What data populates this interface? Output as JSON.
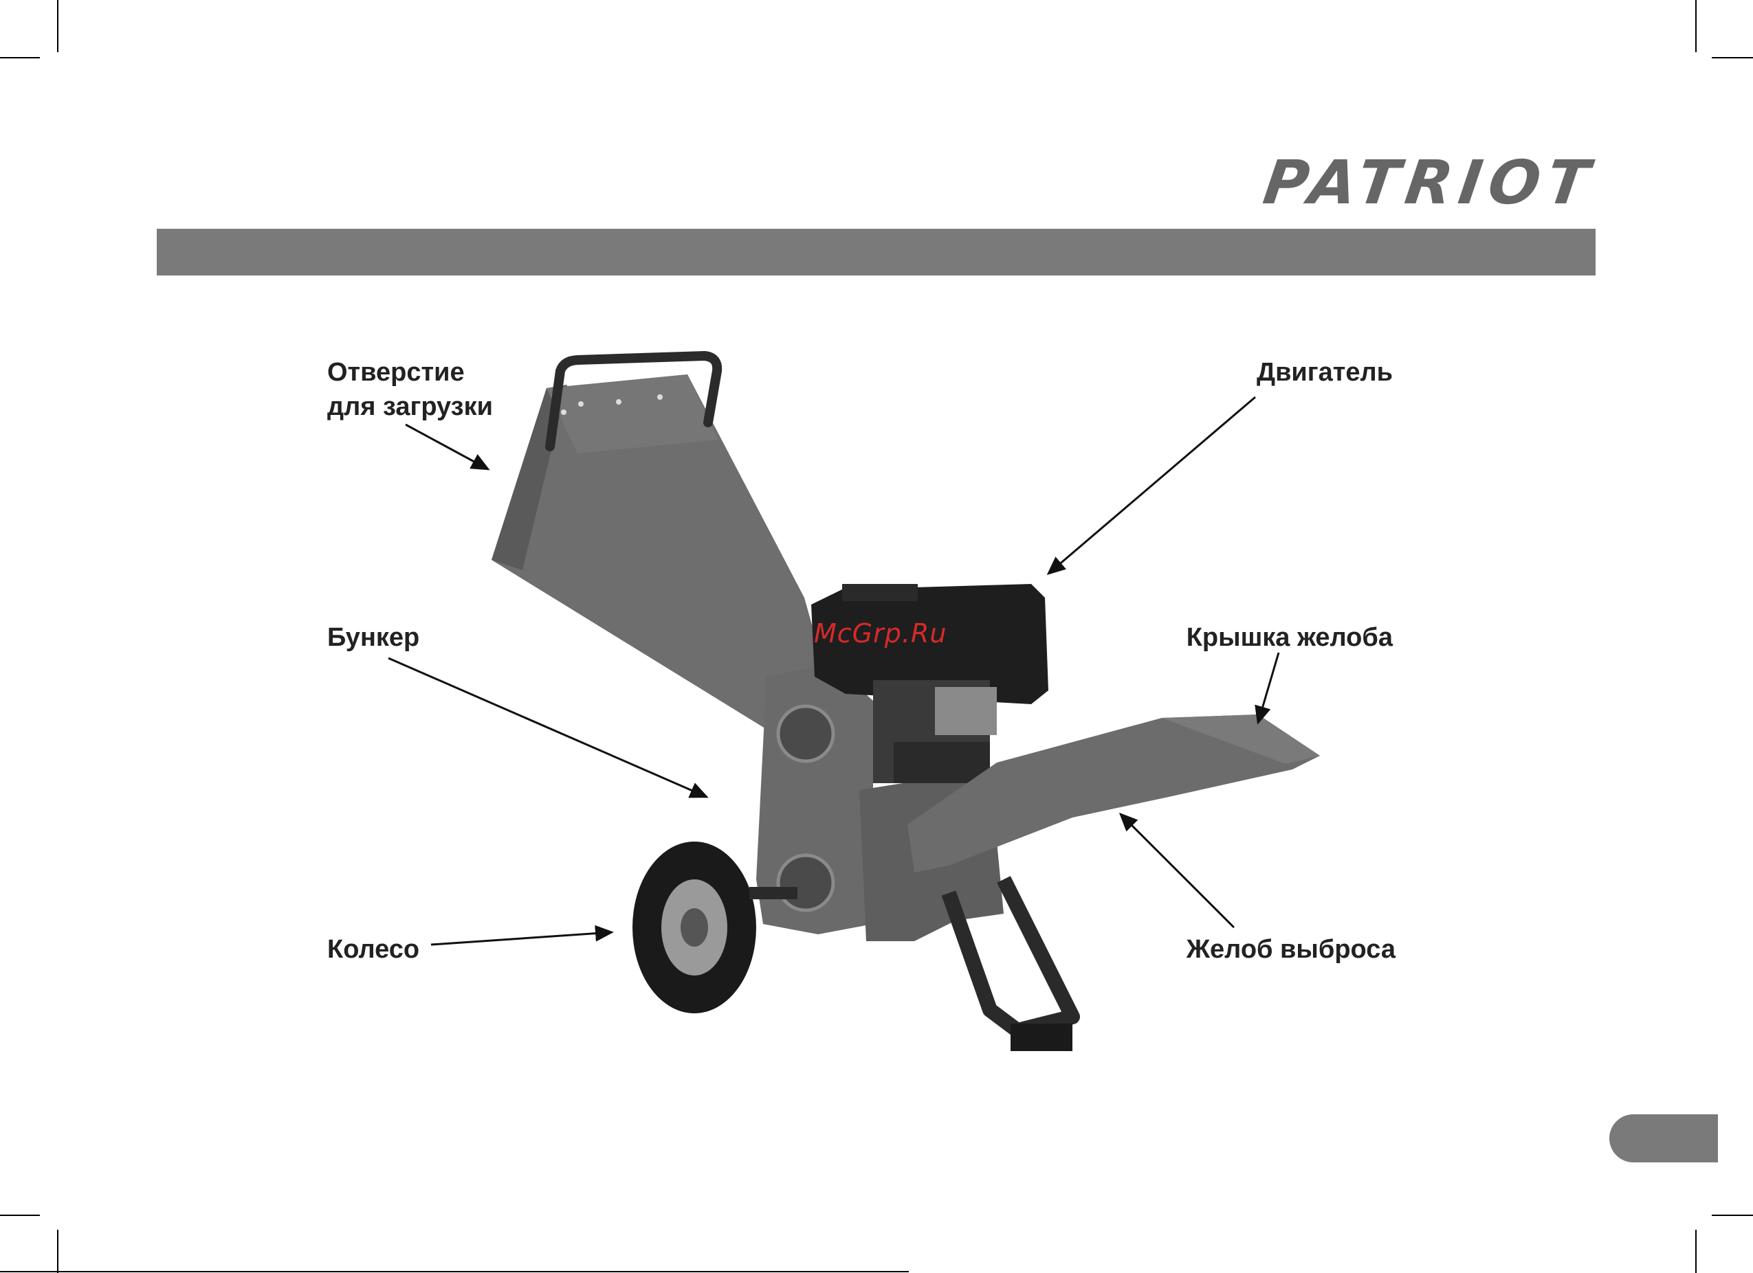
{
  "brand": {
    "logo_text": "PATRIOT",
    "logo_color": "#666666"
  },
  "header_bar": {
    "color": "#7a7a7a"
  },
  "labels": {
    "intake_opening": [
      "Отверстие",
      "для загрузки"
    ],
    "engine": "Двигатель",
    "hopper": "Бункер",
    "chute_cover": "Крышка желоба",
    "wheel": "Колесо",
    "discharge_chute": "Желоб выброса"
  },
  "watermark": {
    "text": "McGrp.Ru",
    "color": "#d62a2a"
  },
  "page_tab": {
    "color": "#7a7a7a"
  }
}
